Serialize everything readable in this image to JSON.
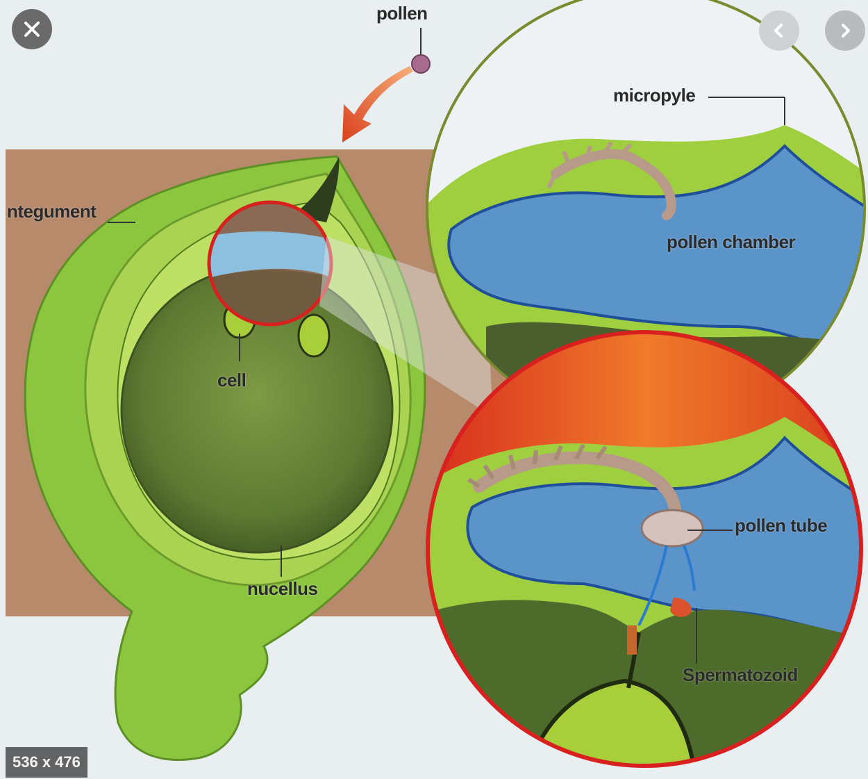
{
  "viewer": {
    "close_icon": "close-icon",
    "prev_icon": "chevron-left-icon",
    "next_icon": "chevron-right-icon",
    "dimensions": "536 x 476"
  },
  "labels": {
    "pollen": "pollen",
    "micropyle": "micropyle",
    "integument": "ntegument",
    "pollen_chamber": "pollen chamber",
    "cell": "cell",
    "nucellus": "nucellus",
    "pollen_tube": "pollen tube",
    "spermatozoid": "Spermatozoid"
  },
  "colors": {
    "background_band": "#b78a6c",
    "tissue_green": "#8cc63f",
    "chamber_blue": "#5b94c9",
    "magnify_ring": "#d8211f",
    "nucellus_dark": "#556b2f"
  }
}
